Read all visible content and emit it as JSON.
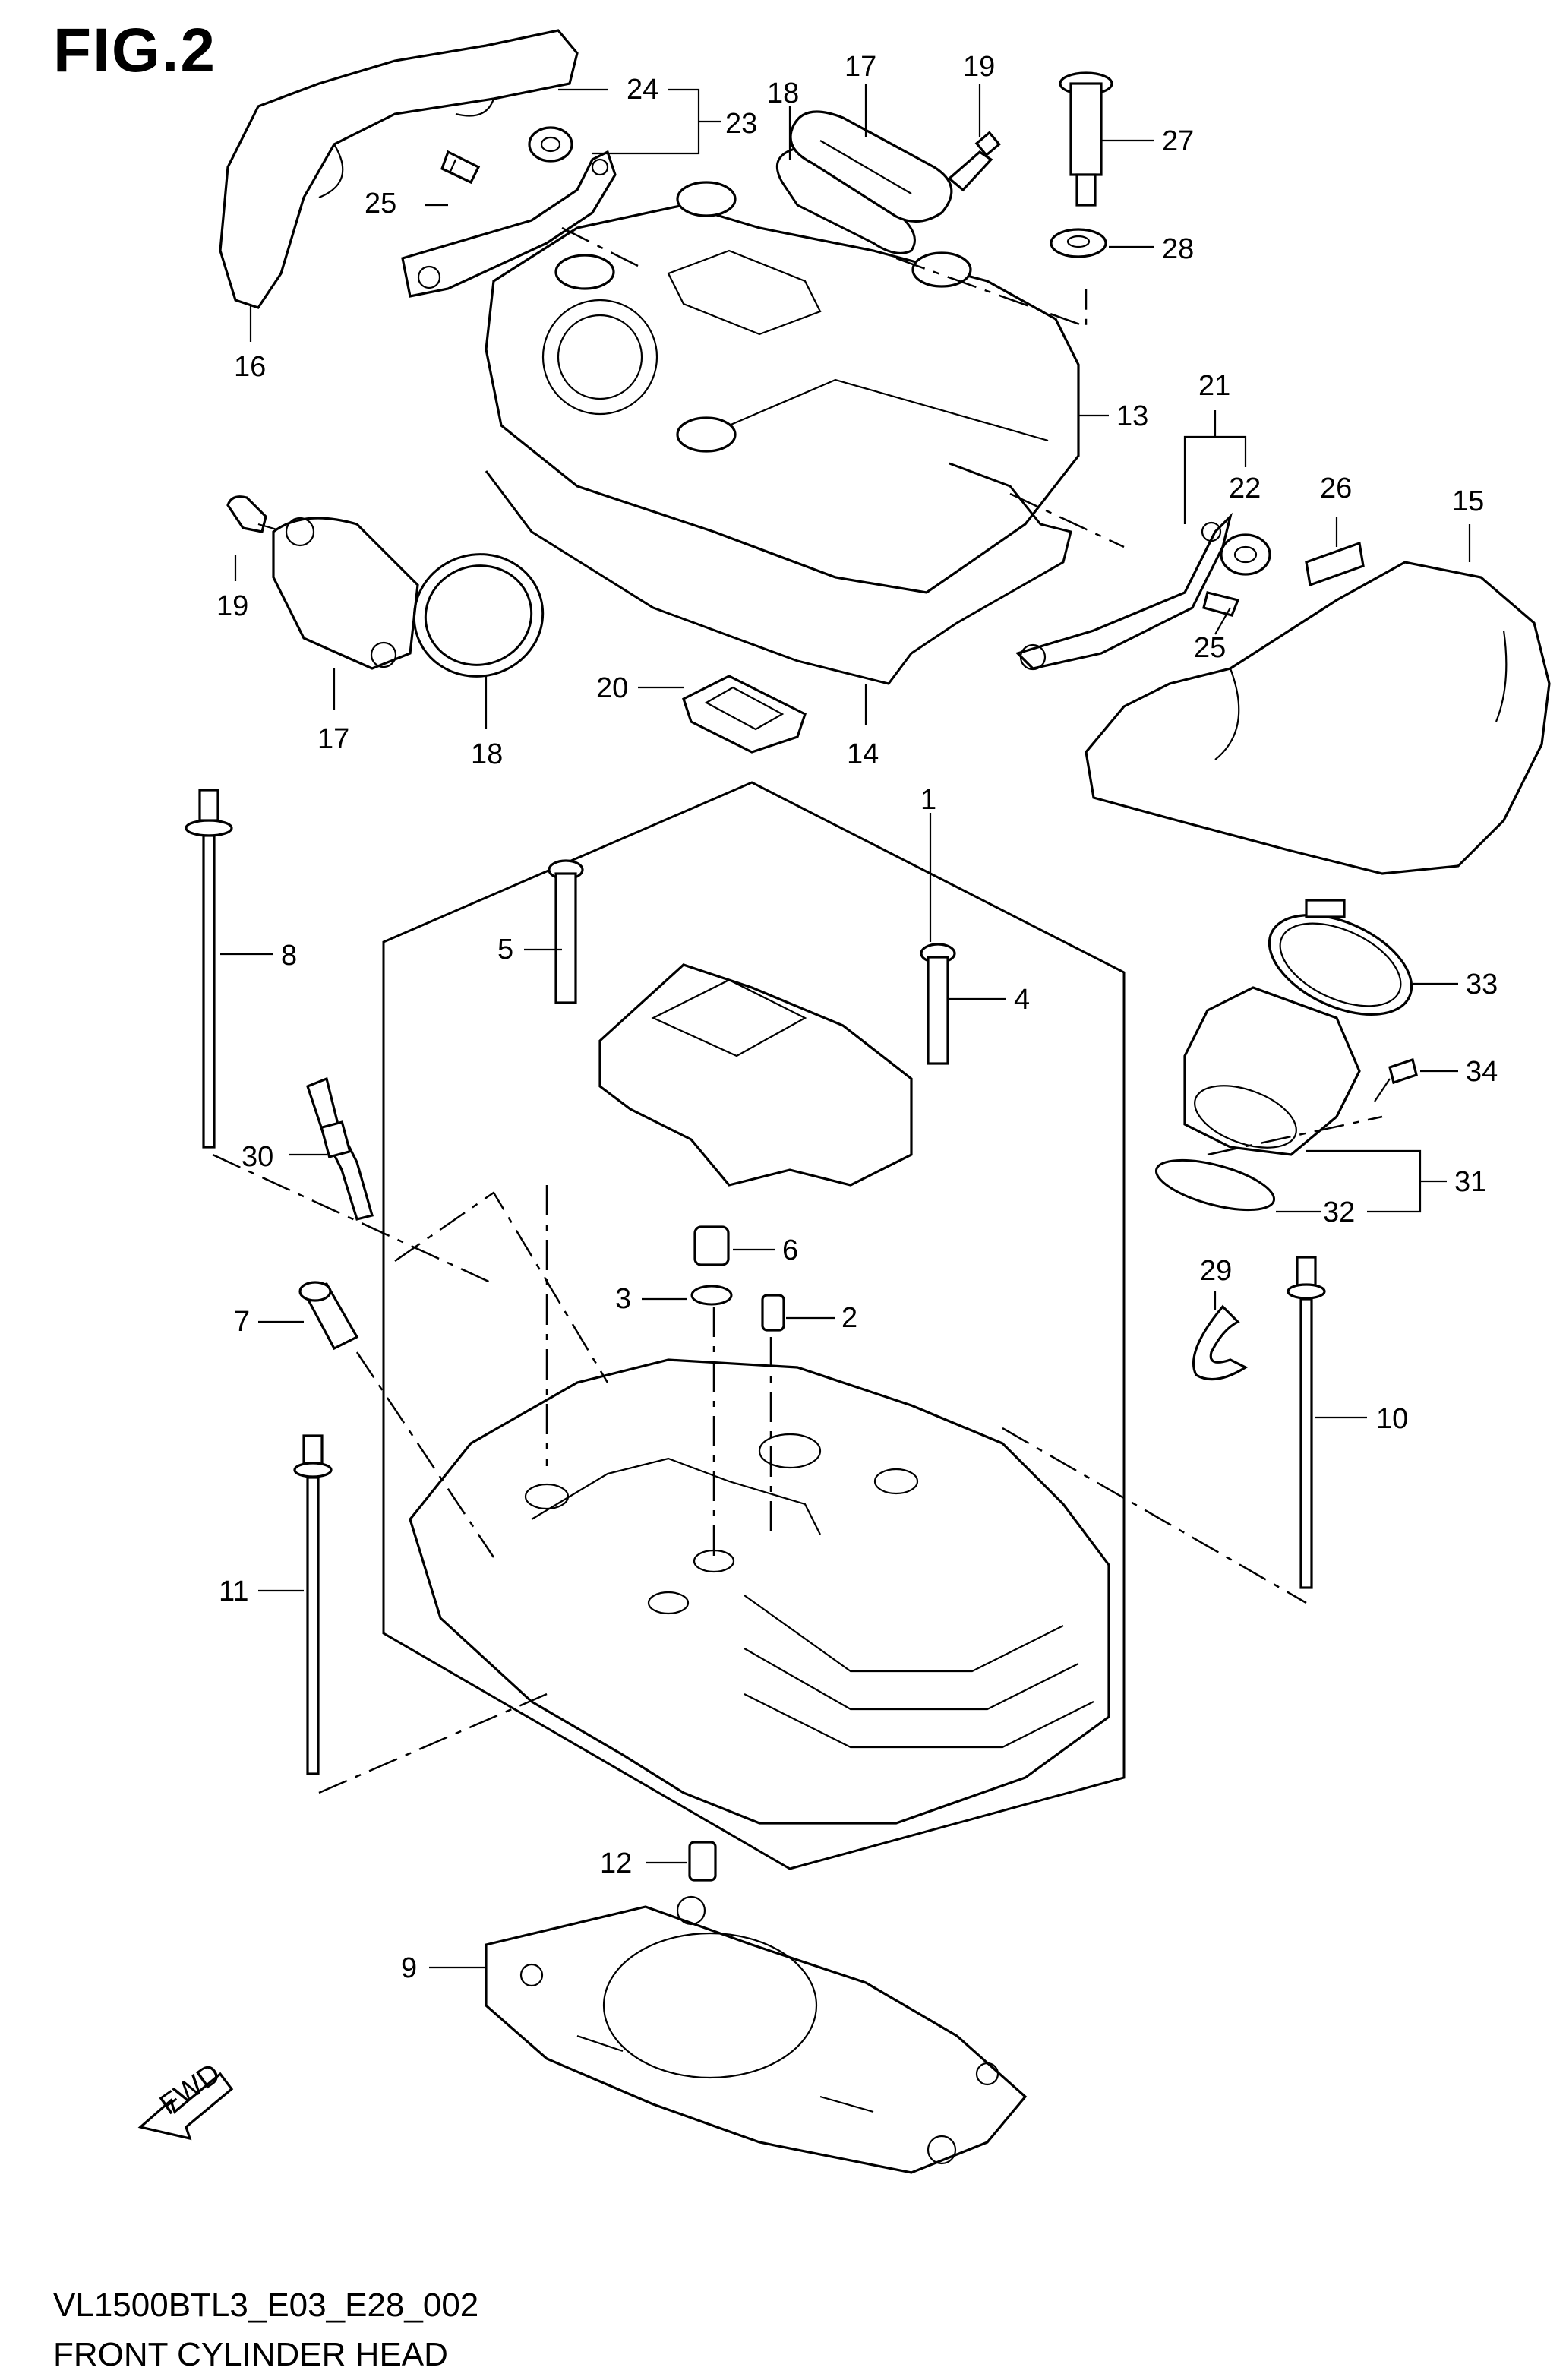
{
  "figure": {
    "title": "FIG.2",
    "diagram_code": "VL1500BTL3_E03_E28_002",
    "diagram_title": "FRONT CYLINDER HEAD",
    "fwd_label": "FWD"
  },
  "callouts": [
    {
      "key": "c1",
      "label": "1"
    },
    {
      "key": "c2",
      "label": "2"
    },
    {
      "key": "c3",
      "label": "3"
    },
    {
      "key": "c4",
      "label": "4"
    },
    {
      "key": "c5",
      "label": "5"
    },
    {
      "key": "c6",
      "label": "6"
    },
    {
      "key": "c7",
      "label": "7"
    },
    {
      "key": "c8",
      "label": "8"
    },
    {
      "key": "c9",
      "label": "9"
    },
    {
      "key": "c10",
      "label": "10"
    },
    {
      "key": "c11",
      "label": "11"
    },
    {
      "key": "c12",
      "label": "12"
    },
    {
      "key": "c13",
      "label": "13"
    },
    {
      "key": "c14",
      "label": "14"
    },
    {
      "key": "c15",
      "label": "15"
    },
    {
      "key": "c16",
      "label": "16"
    },
    {
      "key": "c17a",
      "label": "17"
    },
    {
      "key": "c17b",
      "label": "17"
    },
    {
      "key": "c18a",
      "label": "18"
    },
    {
      "key": "c18b",
      "label": "18"
    },
    {
      "key": "c19a",
      "label": "19"
    },
    {
      "key": "c19b",
      "label": "19"
    },
    {
      "key": "c20",
      "label": "20"
    },
    {
      "key": "c21",
      "label": "21"
    },
    {
      "key": "c22",
      "label": "22"
    },
    {
      "key": "c23",
      "label": "23"
    },
    {
      "key": "c24",
      "label": "24"
    },
    {
      "key": "c25a",
      "label": "25"
    },
    {
      "key": "c25b",
      "label": "25"
    },
    {
      "key": "c26",
      "label": "26"
    },
    {
      "key": "c27",
      "label": "27"
    },
    {
      "key": "c28",
      "label": "28"
    },
    {
      "key": "c29",
      "label": "29"
    },
    {
      "key": "c30",
      "label": "30"
    },
    {
      "key": "c31",
      "label": "31"
    },
    {
      "key": "c32",
      "label": "32"
    },
    {
      "key": "c33",
      "label": "33"
    },
    {
      "key": "c34",
      "label": "34"
    }
  ]
}
